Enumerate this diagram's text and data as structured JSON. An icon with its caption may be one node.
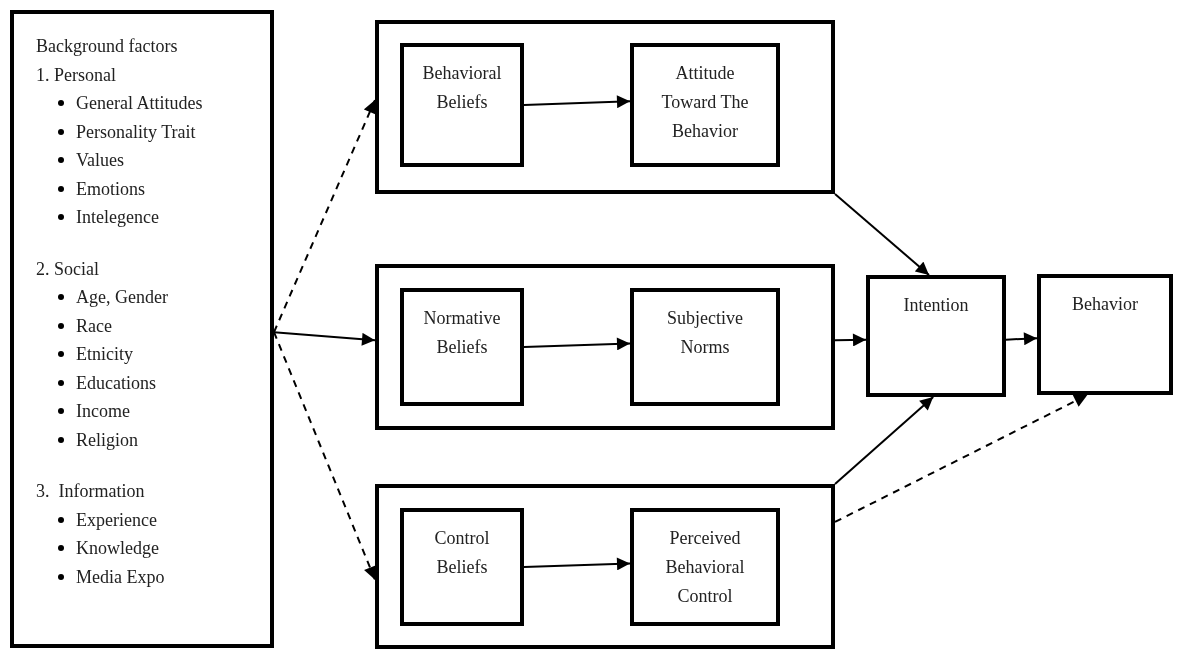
{
  "diagram": {
    "nodes": [
      {
        "text": [
          "Background factors",
          "1. Personal",
          "General Attitudes",
          "Personality Trait",
          "Values",
          "Emotions",
          "Intelegence",
          "2. Social",
          "Age, Gender",
          "Race",
          "Etnicity",
          "Educations",
          "Income",
          "Religion",
          "3.  Information",
          "Experience",
          "Knowledge",
          "Media Expo"
        ]
      },
      {
        "text": [],
        "shape": "box"
      },
      {
        "text": [
          "Behavioral Beliefs"
        ],
        "in": 1
      },
      {
        "text": [
          "Attitude Toward The Behavior"
        ],
        "in": 1
      },
      {
        "text": [],
        "shape": "box"
      },
      {
        "text": [
          "Normative Beliefs"
        ],
        "in": 4
      },
      {
        "text": [
          "Subjective Norms"
        ],
        "in": 4
      },
      {
        "text": [],
        "shape": "box"
      },
      {
        "text": [
          "Control Beliefs"
        ],
        "in": 7
      },
      {
        "text": [
          "Perceived Behavioral Control"
        ],
        "in": 7
      },
      {
        "text": [
          "Intention"
        ]
      },
      {
        "text": [
          "Behavior"
        ]
      }
    ],
    "edges": [
      {
        "from": 0,
        "to": 1,
        "arrow": "to",
        "style": "dashed"
      },
      {
        "from": 0,
        "to": 4,
        "arrow": "to"
      },
      {
        "from": 0,
        "to": 7,
        "arrow": "to",
        "style": "dashed"
      },
      {
        "from": 2,
        "to": 3,
        "arrow": "to"
      },
      {
        "from": 5,
        "to": 6,
        "arrow": "to"
      },
      {
        "from": 8,
        "to": 9,
        "arrow": "to"
      },
      {
        "from": 1,
        "to": 10,
        "arrow": "to"
      },
      {
        "from": 4,
        "to": 10,
        "arrow": "to"
      },
      {
        "from": 7,
        "to": 10,
        "arrow": "to"
      },
      {
        "from": 10,
        "to": 11,
        "arrow": "to"
      },
      {
        "from": 7,
        "to": 11,
        "arrow": "to",
        "style": "dashed"
      }
    ]
  }
}
